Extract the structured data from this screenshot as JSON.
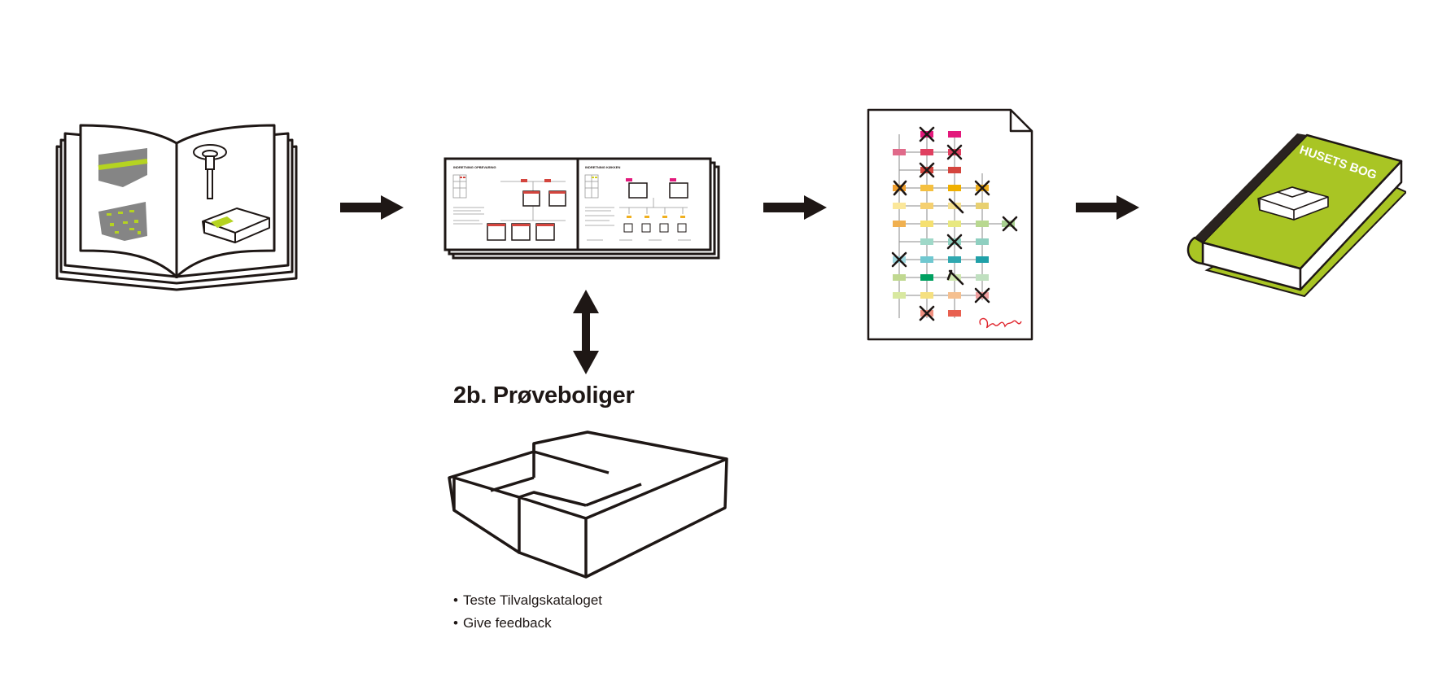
{
  "prove_section": {
    "title": "2b. Prøveboliger",
    "bullets": [
      "Teste Tilvalgskataloget",
      "Give feedback"
    ]
  },
  "catalog_spread": {
    "left_heading": "INDRETNING OPBEVARING",
    "right_heading": "INDRETNING KØKKEN"
  },
  "final_book": {
    "title": "HUSETS BOG"
  },
  "colors": {
    "ink": "#1e1715",
    "book_green": "#a9c524",
    "catalog_grey": "#858585",
    "catalog_green": "#b5d321",
    "accent_red": "#d4453e",
    "pink": "#e3197c"
  },
  "icons": [
    "catalog-book-icon",
    "catalog-spread-icon",
    "selection-sheet-icon",
    "house-book-icon",
    "box-model-icon",
    "right-arrow-icon",
    "double-arrow-icon"
  ]
}
